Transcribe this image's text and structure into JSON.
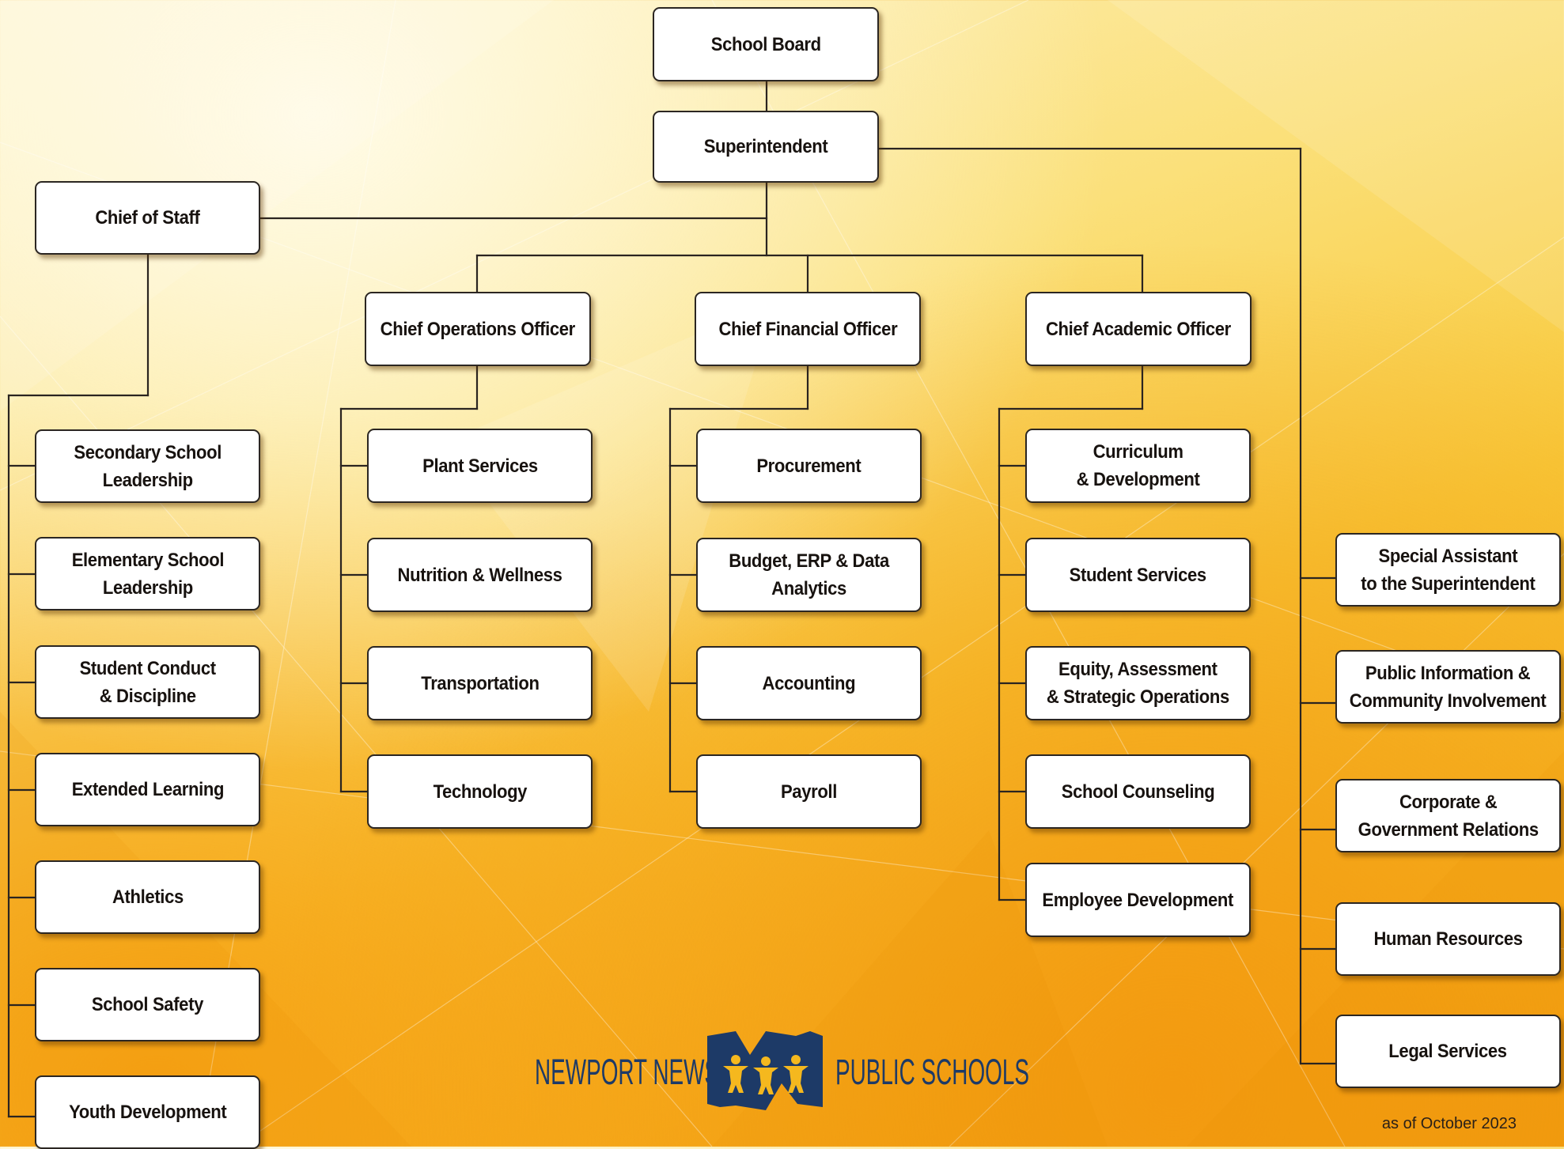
{
  "chart": {
    "top": {
      "school_board": "School Board",
      "superintendent": "Superintendent"
    },
    "chief_of_staff": {
      "title": "Chief of Staff",
      "reports": [
        [
          "Secondary School",
          "Leadership"
        ],
        [
          "Elementary School",
          "Leadership"
        ],
        [
          "Student Conduct",
          "& Discipline"
        ],
        [
          "Extended Learning"
        ],
        [
          "Athletics"
        ],
        [
          "School Safety"
        ],
        [
          "Youth Development"
        ]
      ]
    },
    "chief_operations": {
      "title": "Chief Operations Officer",
      "reports": [
        [
          "Plant Services"
        ],
        [
          "Nutrition & Wellness"
        ],
        [
          "Transportation"
        ],
        [
          "Technology"
        ]
      ]
    },
    "chief_financial": {
      "title": "Chief Financial Officer",
      "reports": [
        [
          "Procurement"
        ],
        [
          "Budget, ERP & Data",
          "Analytics"
        ],
        [
          "Accounting"
        ],
        [
          "Payroll"
        ]
      ]
    },
    "chief_academic": {
      "title": "Chief Academic Officer",
      "reports": [
        [
          "Curriculum",
          "& Development"
        ],
        [
          "Student Services"
        ],
        [
          "Equity, Assessment",
          "& Strategic Operations"
        ],
        [
          "School Counseling"
        ],
        [
          "Employee Development"
        ]
      ]
    },
    "superintendent_direct": {
      "reports": [
        [
          "Special Assistant",
          "to the Superintendent"
        ],
        [
          "Public Information &",
          "Community Involvement"
        ],
        [
          "Corporate &",
          "Government Relations"
        ],
        [
          "Human Resources"
        ],
        [
          "Legal Services"
        ]
      ]
    }
  },
  "logo": {
    "left_text": "NEWPORT NEWS",
    "right_text": "PUBLIC SCHOOLS",
    "mark_color": "#1d3a67",
    "mark_accent": "#f5b81e"
  },
  "footnote": "as of October 2023",
  "colors": {
    "box_border": "#2b2622",
    "connector": "#2a2420",
    "background_light": "#fdf3c8",
    "background_dark": "#f29e12"
  }
}
